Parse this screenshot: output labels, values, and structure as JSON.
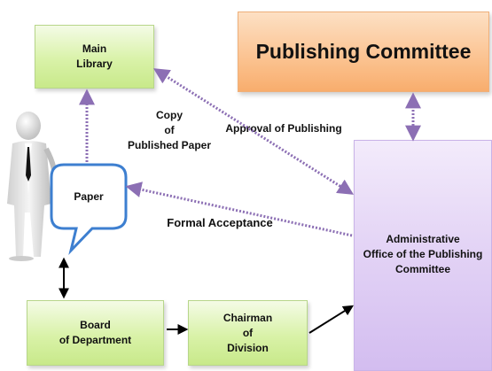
{
  "nodes": {
    "main_library": "Main\nLibrary",
    "publishing_committee": "Publishing Committee",
    "paper": "Paper",
    "admin_office": "Administrative\nOffice of the Publishing\nCommittee",
    "board": "Board\nof Department",
    "chairman": "Chairman\nof\nDivision"
  },
  "edge_labels": {
    "copy": "Copy\nof\nPublished Paper",
    "approval": "Approval of Publishing",
    "formal": "Formal Acceptance"
  },
  "colors": {
    "dotted_arrow": "#8c6fb4",
    "solid_arrow": "#000000",
    "bubble_border": "#3d7fd0"
  }
}
